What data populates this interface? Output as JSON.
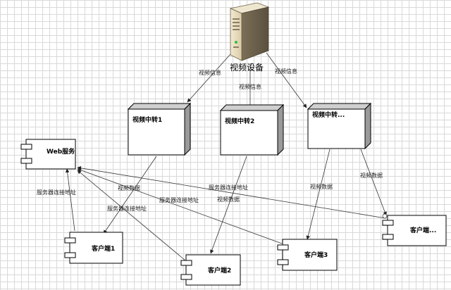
{
  "server": {
    "label": "视频设备",
    "icon": "server-icon"
  },
  "nodes": [
    {
      "id": "relay1",
      "label": "视频中转1"
    },
    {
      "id": "relay2",
      "label": "视频中转2"
    },
    {
      "id": "relay3",
      "label": "视频中转..."
    }
  ],
  "components": [
    {
      "id": "web",
      "label": "Web服务"
    },
    {
      "id": "client1",
      "label": "客户端1"
    },
    {
      "id": "client2",
      "label": "客户端2"
    },
    {
      "id": "client3",
      "label": "客户端3"
    },
    {
      "id": "clientn",
      "label": "客户端..."
    }
  ],
  "edge_labels": {
    "video_info": "视频信息",
    "video_data": "视频数据",
    "server_address": "服务器连接地址"
  }
}
